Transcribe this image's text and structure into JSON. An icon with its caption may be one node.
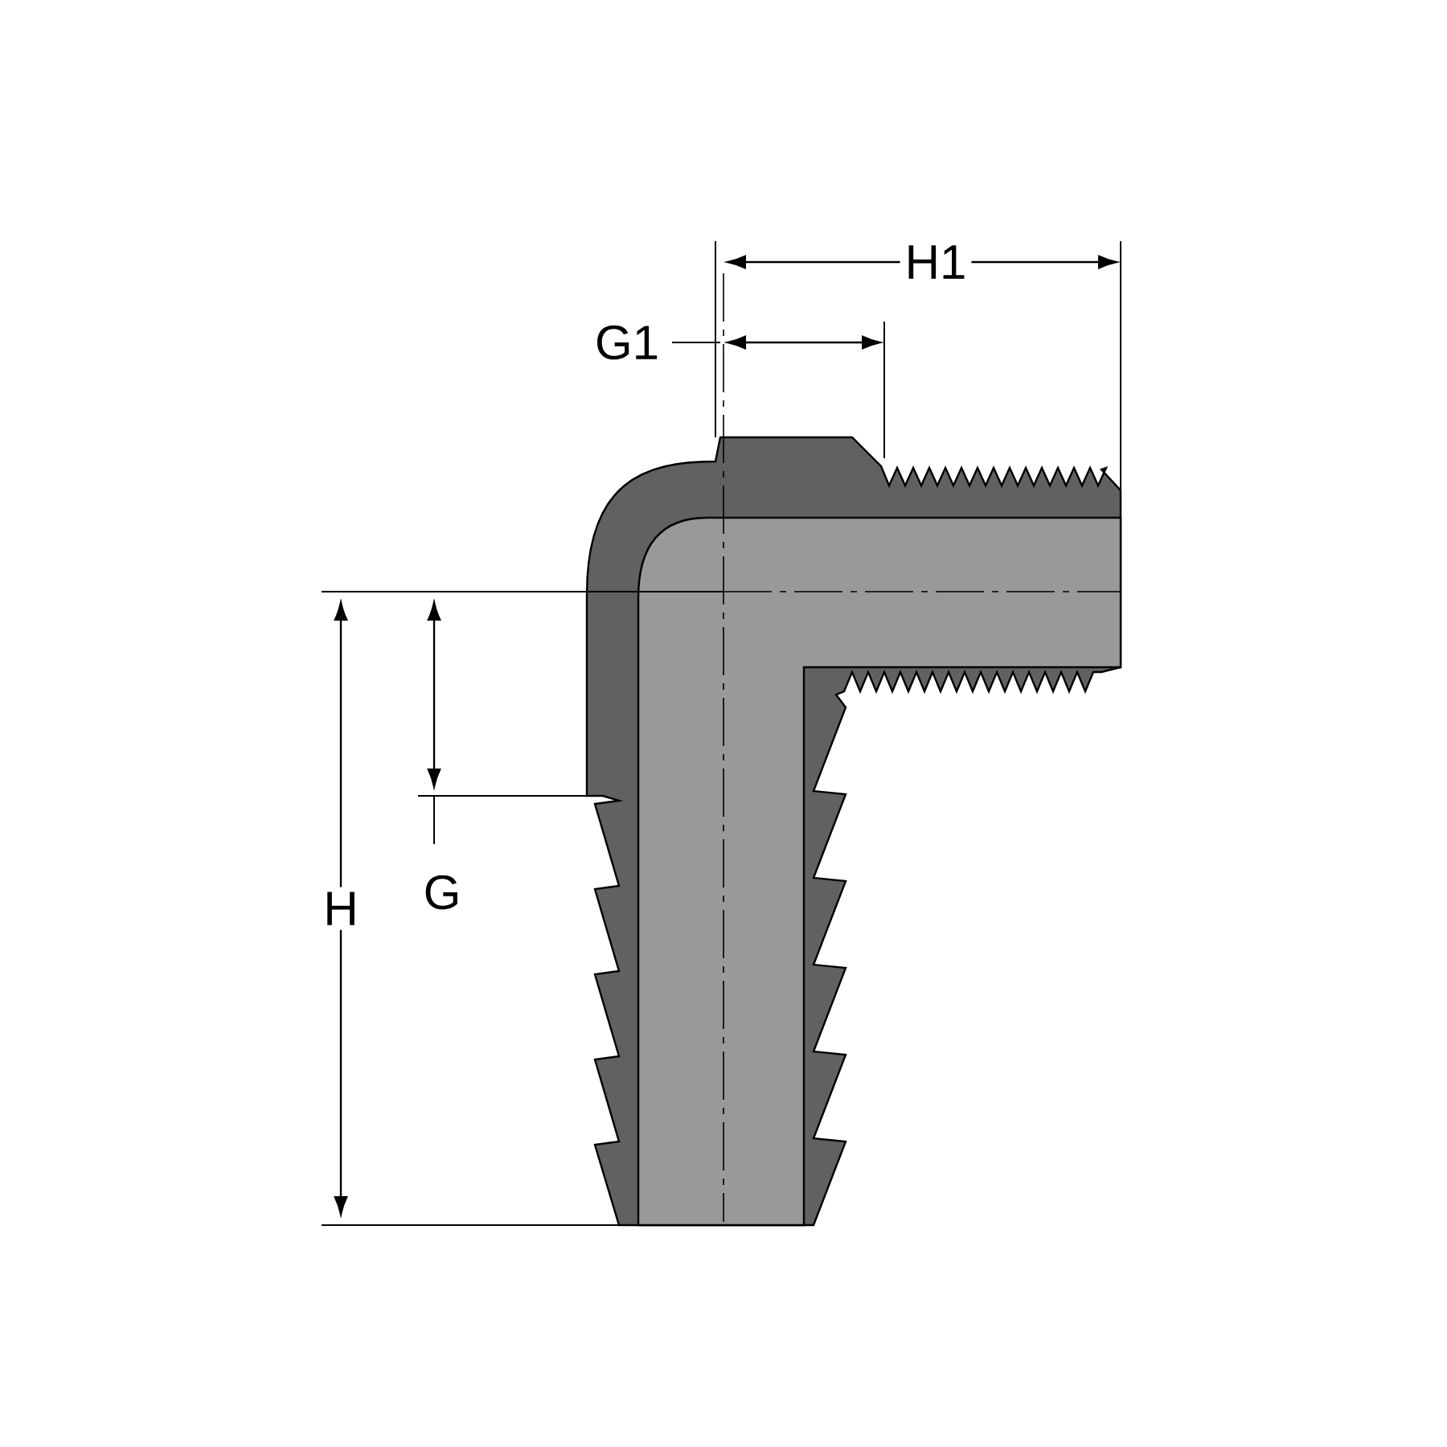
{
  "diagram": {
    "labels": [
      "H1",
      "G1",
      "H",
      "G"
    ]
  }
}
